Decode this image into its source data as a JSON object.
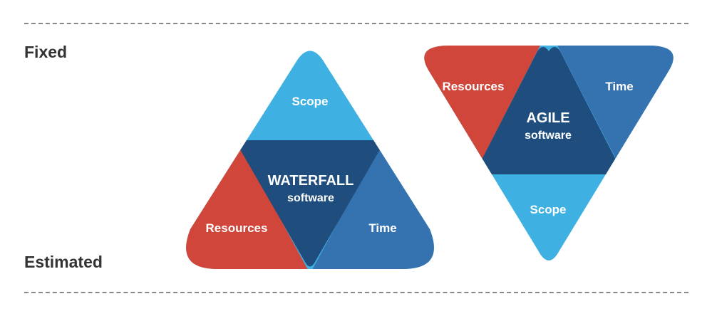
{
  "labels": {
    "fixed": "Fixed",
    "estimated": "Estimated"
  },
  "colors": {
    "scope": "#3EB0E1",
    "resources": "#D0463A",
    "time": "#3572B0",
    "core": "#1F4E7E"
  },
  "waterfall": {
    "title": "WATERFALL",
    "subtitle": "software",
    "scope": "Scope",
    "resources": "Resources",
    "time": "Time"
  },
  "agile": {
    "title": "AGILE",
    "subtitle": "software",
    "scope": "Scope",
    "resources": "Resources",
    "time": "Time"
  }
}
